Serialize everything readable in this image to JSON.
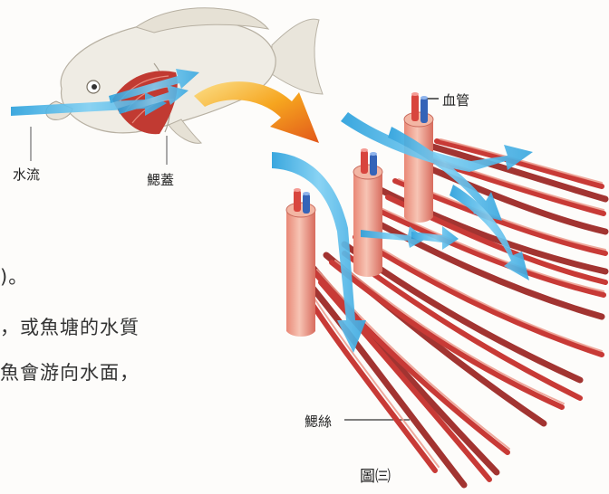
{
  "labels": {
    "water_flow": "水流",
    "operculum": "鰓蓋",
    "blood_vessel": "血管",
    "gill_filaments": "鰓絲",
    "figure_caption": "圖㈢"
  },
  "body_text": {
    "line1": ")。",
    "line2": "，或魚塘的水質",
    "line3": "魚會游向水面，"
  },
  "colors": {
    "water_arrow": "#4db6e8",
    "transition_arrow": "#f29a1e",
    "filament_red": "#c83a36",
    "filament_light": "#e98a80",
    "fish_body": "#efece4"
  }
}
